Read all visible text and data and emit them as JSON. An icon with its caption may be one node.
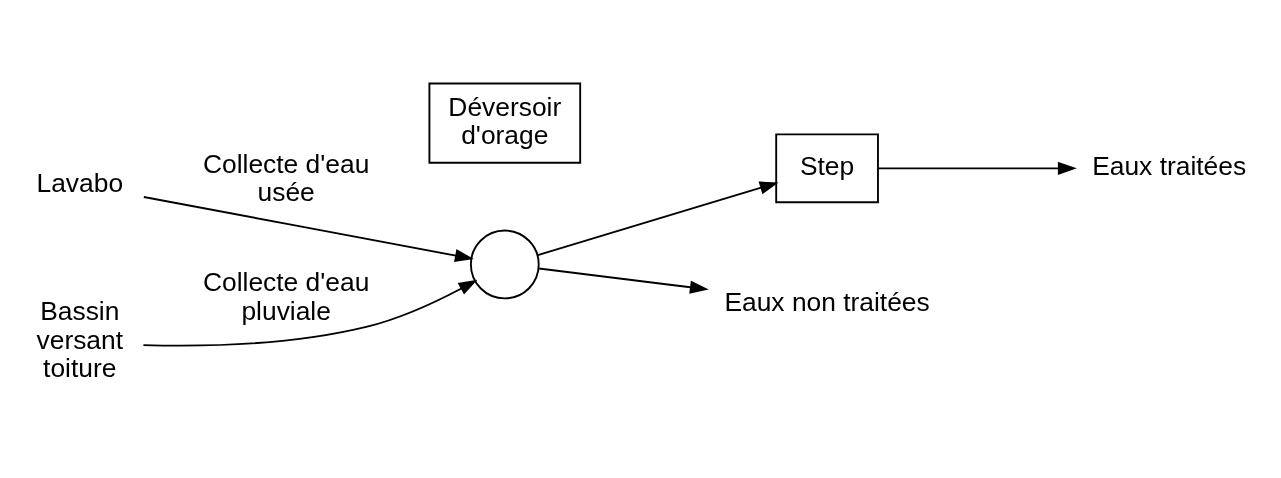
{
  "diagram": {
    "nodes": [
      {
        "text": [
          "Lavabo"
        ]
      },
      {
        "text": [
          "Bassin versant toiture"
        ]
      },
      {
        "text": [],
        "shape": "circle"
      },
      {
        "text": [
          "Step"
        ]
      },
      {
        "text": [
          "Déversoir d'orage"
        ]
      },
      {
        "text": [
          "Eaux traitées"
        ]
      },
      {
        "text": [
          "Eaux non traitées"
        ]
      }
    ],
    "edges": [
      {
        "from": 0,
        "to": 2,
        "arrow": "to",
        "label": "Collecte d'eau usée"
      },
      {
        "from": 1,
        "to": 2,
        "arrow": "to",
        "label": "Collecte d'eau pluviale"
      },
      {
        "from": 2,
        "to": 3,
        "arrow": "to"
      },
      {
        "from": 3,
        "to": 5,
        "arrow": "to"
      },
      {
        "from": 2,
        "to": 6,
        "arrow": "to"
      }
    ]
  }
}
